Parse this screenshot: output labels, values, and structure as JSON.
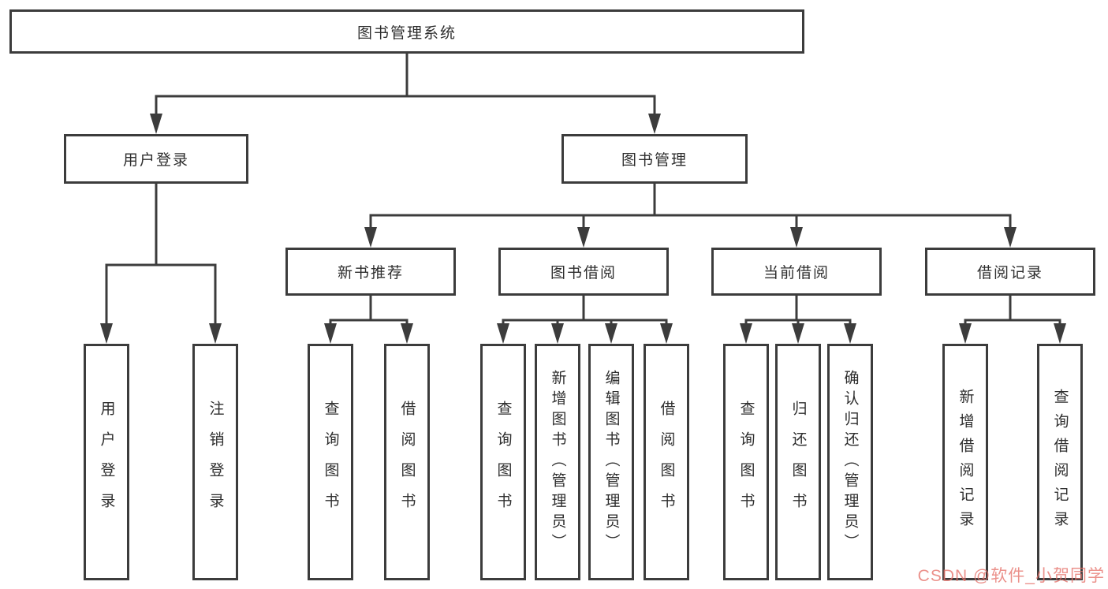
{
  "tree": {
    "label": "图书管理系统",
    "children": [
      {
        "label": "用户登录",
        "children": [
          {
            "label": "用户登录"
          },
          {
            "label": "注销登录"
          }
        ]
      },
      {
        "label": "图书管理",
        "children": [
          {
            "label": "新书推荐",
            "children": [
              {
                "label": "查询图书"
              },
              {
                "label": "借阅图书"
              }
            ]
          },
          {
            "label": "图书借阅",
            "children": [
              {
                "label": "查询图书"
              },
              {
                "label": "新增图书（管理员）"
              },
              {
                "label": "编辑图书（管理员）"
              },
              {
                "label": "借阅图书"
              }
            ]
          },
          {
            "label": "当前借阅",
            "children": [
              {
                "label": "查询图书"
              },
              {
                "label": "归还图书"
              },
              {
                "label": "确认归还（管理员）"
              }
            ]
          },
          {
            "label": "借阅记录",
            "children": [
              {
                "label": "新增借阅记录"
              },
              {
                "label": "查询借阅记录"
              }
            ]
          }
        ]
      }
    ]
  },
  "watermark": {
    "text": "CSDN @软件_小贺同学"
  },
  "colors": {
    "line": "#3c3c3c",
    "box_border": "#3c3c3c",
    "text": "#2e2e2e",
    "background": "#ffffff",
    "watermark": "#e5726a"
  }
}
